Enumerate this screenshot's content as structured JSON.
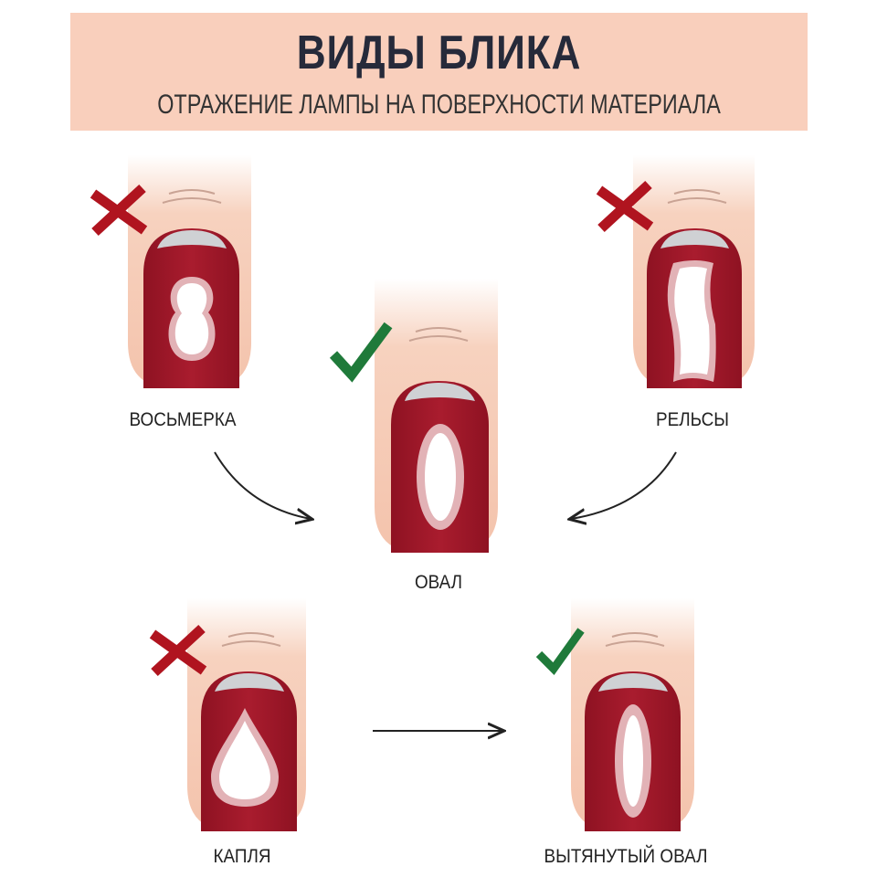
{
  "header": {
    "title": "ВИДЫ БЛИКА",
    "subtitle": "ОТРАЖЕНИЕ ЛАМПЫ НА ПОВЕРХНОСТИ МАТЕРИАЛА"
  },
  "nails": [
    {
      "label": "ВОСЬМЕРКА",
      "verdict": "wrong"
    },
    {
      "label": "ОВАЛ",
      "verdict": "correct"
    },
    {
      "label": "РЕЛЬСЫ",
      "verdict": "wrong"
    },
    {
      "label": "КАПЛЯ",
      "verdict": "wrong"
    },
    {
      "label": "ВЫТЯНУТЫЙ ОВАЛ",
      "verdict": "correct"
    }
  ],
  "colors": {
    "banner": "#f9cfbc",
    "nail": "#a3192b",
    "skin": "#f6cbb4",
    "cross": "#b0141f",
    "check": "#1f7a3a"
  }
}
